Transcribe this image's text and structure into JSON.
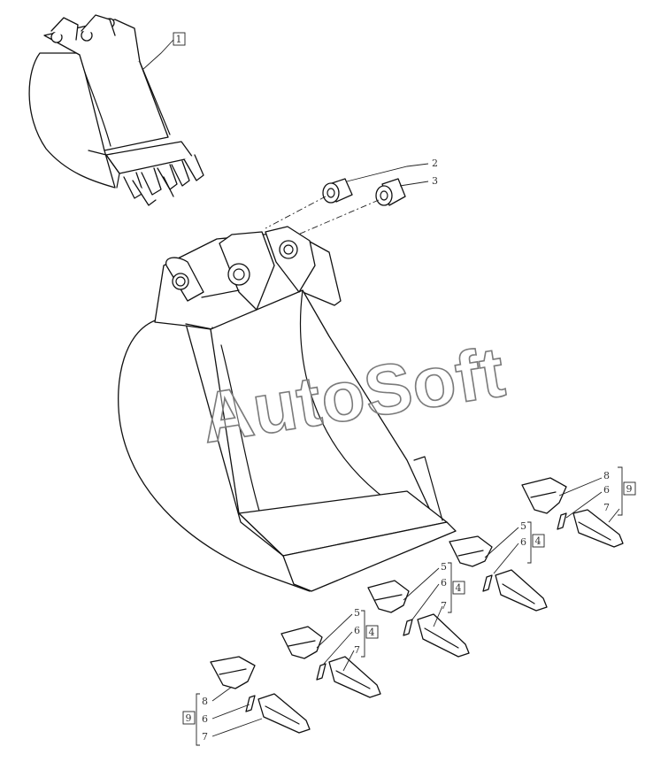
{
  "callouts": {
    "c1": "1",
    "c2": "2",
    "c3": "3",
    "g8a": "8",
    "g6a": "6",
    "g7a": "7",
    "g9a": "9",
    "g5b": "5",
    "g6b": "6",
    "g4b": "4",
    "g5c": "5",
    "g6c": "6",
    "g7c": "7",
    "g4c": "4",
    "g5d": "5",
    "g6d": "6",
    "g7d": "7",
    "g4d": "4",
    "g8e": "8",
    "g6e": "6",
    "g7e": "7",
    "g9e": "9"
  },
  "watermark": "AutoSoft",
  "colors": {
    "line": "#111111",
    "watermark_outline": "#7a7a7a",
    "background": "#ffffff"
  }
}
